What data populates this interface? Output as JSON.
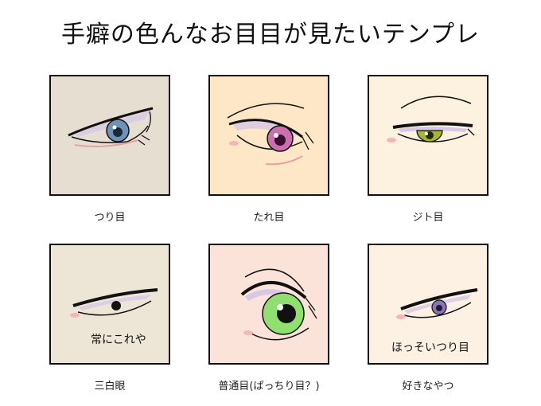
{
  "title": "手癖の色んなお目目が見たいテンプレ",
  "panels": [
    {
      "caption": "つり目",
      "bg": "#e6ded0",
      "iris": "#6f93b8"
    },
    {
      "caption": "たれ目",
      "bg": "#fde7c6",
      "iris": "#cc6fb0"
    },
    {
      "caption": "ジト目",
      "bg": "#fdf1df",
      "iris": "#a8b62d"
    },
    {
      "caption": "三白眼",
      "bg": "#ede6d7",
      "iris": "#111111",
      "note": "常にこれや"
    },
    {
      "caption": "普通目(ぱっちり目？)",
      "bg": "#fbe3d9",
      "iris": "#8fe06f"
    },
    {
      "caption": "好きなやつ",
      "bg": "#fdf1e4",
      "iris": "#8c74b8",
      "note": "ほっそいつり目"
    }
  ]
}
